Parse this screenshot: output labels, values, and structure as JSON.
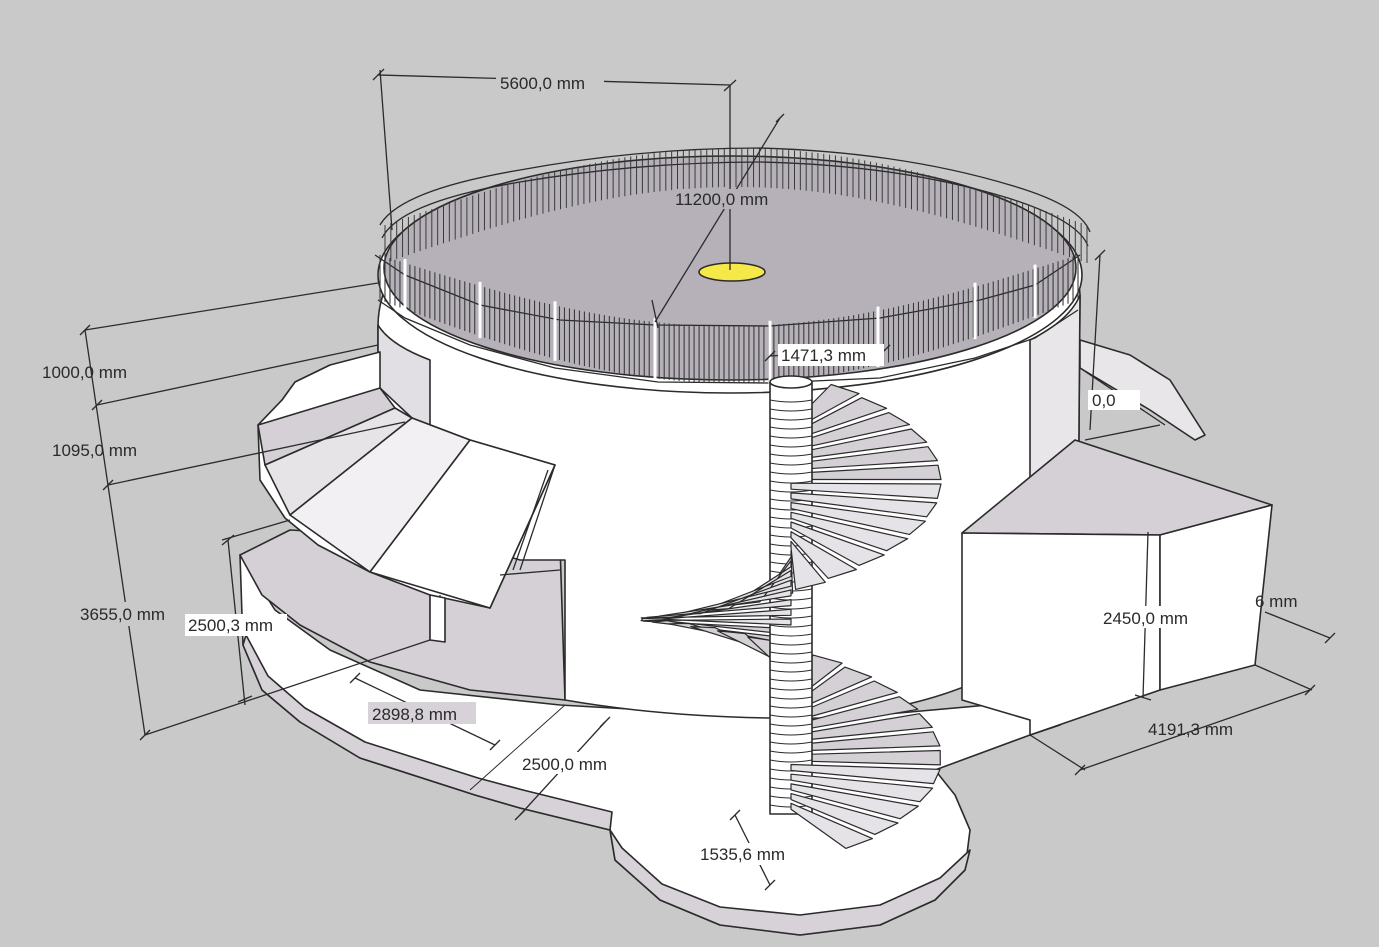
{
  "colors": {
    "background": "#c9c9c9",
    "surface_light": "#ffffff",
    "surface_mid": "#d4d0d6",
    "surface_dark": "#b6b1b8",
    "hatch_dark": "#3a3a3a",
    "hatch_yellow": "#f5e94a",
    "line": "#2b2b2b"
  },
  "dimensions": {
    "top_radius": "5600,0 mm",
    "top_diameter": "11200,0 mm",
    "rail_height": "1000,0 mm",
    "cylinder_upper": "1095,0 mm",
    "total_height": "3655,0 mm",
    "canopy_height": "2500,3 mm",
    "canopy_depth": "2898,8 mm",
    "deck_width": "2500,0 mm",
    "column_offset": "1471,3 mm",
    "stair_radius": "1535,6 mm",
    "annex_height": "2450,0 mm",
    "annex_length": "4191,3 mm",
    "annex_partial": "6 mm",
    "rear_partial": "0,0"
  }
}
